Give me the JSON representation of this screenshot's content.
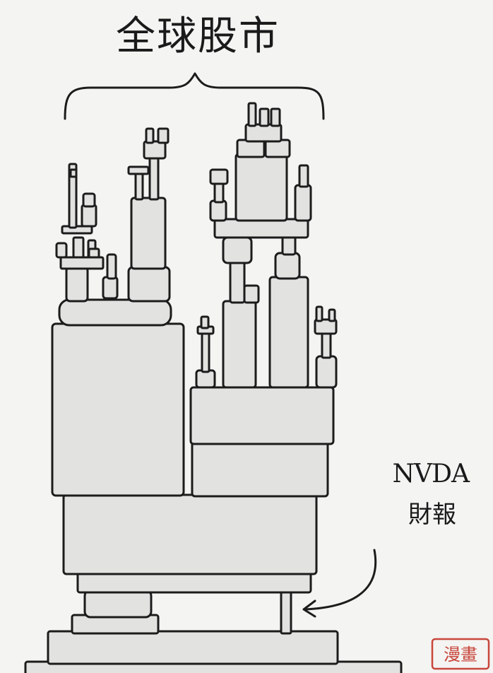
{
  "title": "全球股市",
  "annotation": {
    "line1": "NVDA",
    "line2": "財報"
  },
  "seal": {
    "text": "漫畫",
    "color": "#c8463c"
  },
  "colors": {
    "block_fill": "#e2e2e0",
    "outline": "#1c1c1c",
    "background": "#f4f4f2"
  }
}
